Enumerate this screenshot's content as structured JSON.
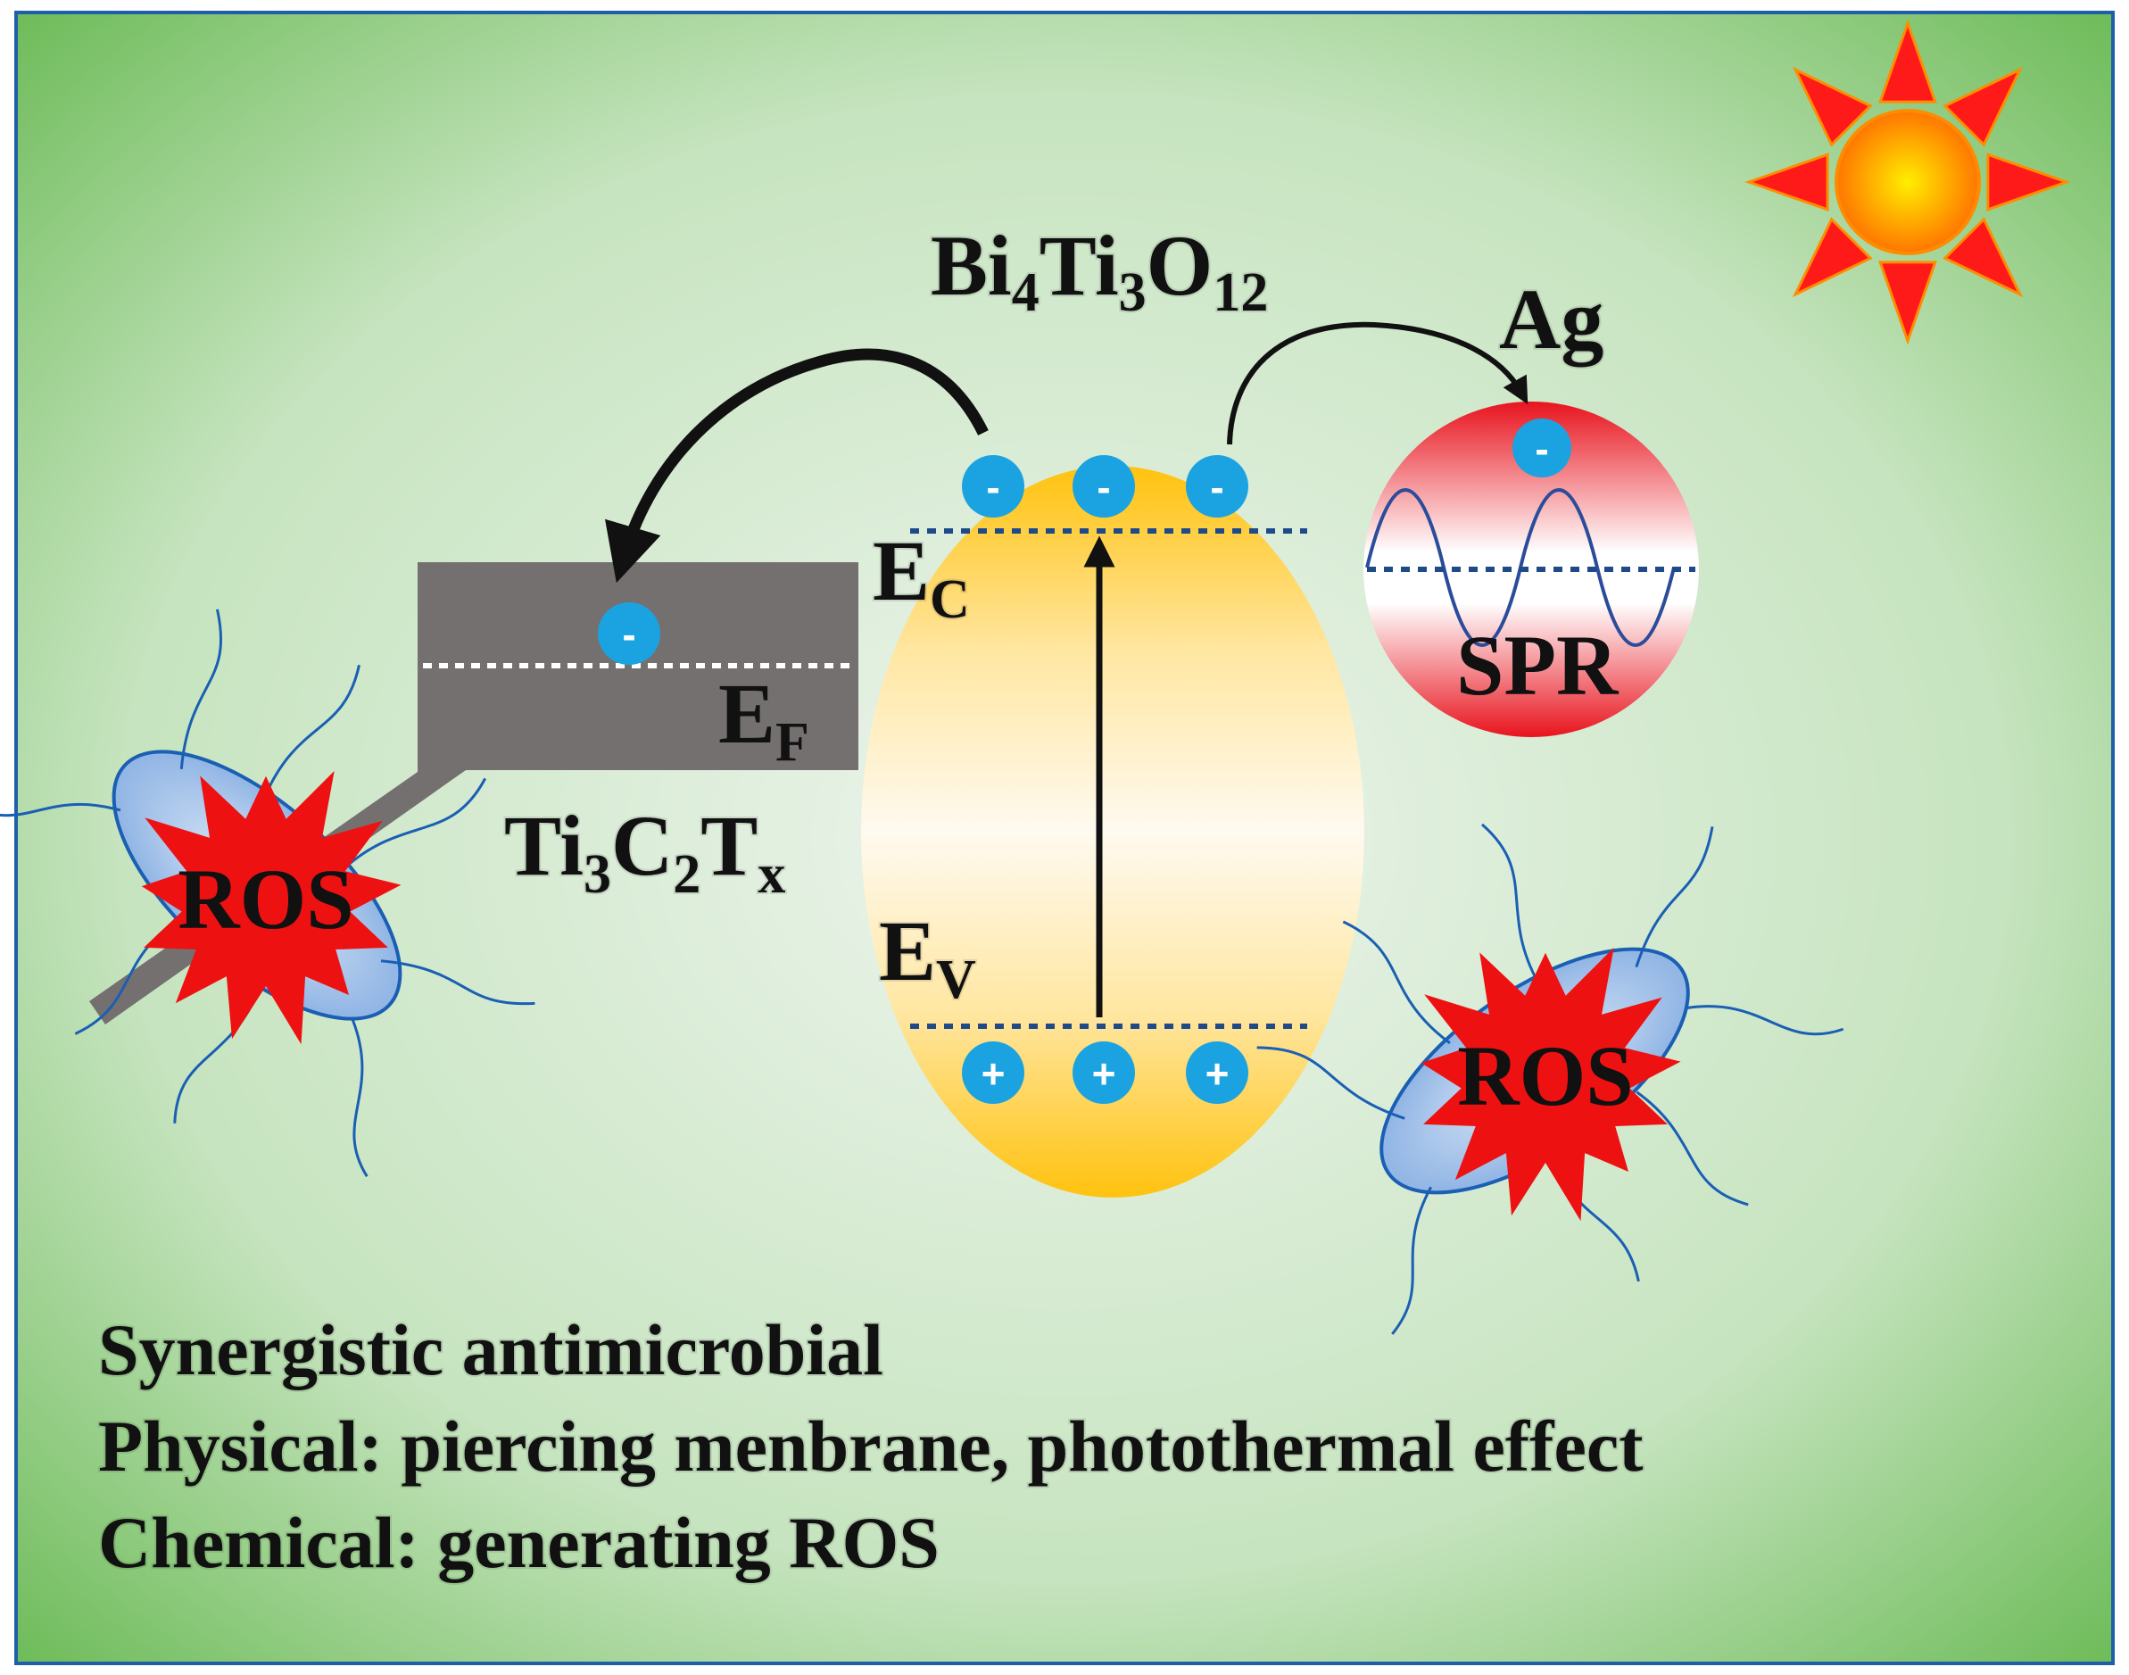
{
  "labels": {
    "bi4ti3o12": {
      "main": "Bi",
      "s1": "4",
      "m2": "Ti",
      "s2": "3",
      "m3": "O",
      "s3": "12"
    },
    "ag": "Ag",
    "spr": "SPR",
    "ec": {
      "main": "E",
      "sub": "C"
    },
    "ef": {
      "main": "E",
      "sub": "F"
    },
    "ev": {
      "main": "E",
      "sub": "V"
    },
    "ti3c2tx": {
      "main": "Ti",
      "s1": "3",
      "m2": "C",
      "s2": "2",
      "m3": "T",
      "s3": "x"
    },
    "ros_left": "ROS",
    "ros_right": "ROS"
  },
  "charges": {
    "electron_symbol": "-",
    "hole_symbol": "+"
  },
  "caption": {
    "line1": "Synergistic antimicrobial",
    "line2": "Physical: piercing menbrane, photothermal effect",
    "line3": "Chemical: generating ROS"
  },
  "colors": {
    "border": "#1f5fa8",
    "background_edge": "#5fb548",
    "background_center": "#eef5ee",
    "ellipse": "#ffc20e",
    "mxene": "#757070",
    "charge": "#1aa3e0",
    "ag_sphere": "#e8141e",
    "ros_star": "#ee1111",
    "bacteria": "#9bbde8",
    "sun_core": "#ffee00",
    "sun_ray": "#ff1a1a"
  },
  "icons": [
    "sun-icon",
    "electron-icon",
    "hole-icon",
    "ros-burst-icon",
    "bacteria-icon",
    "electron-transfer-arrow"
  ]
}
